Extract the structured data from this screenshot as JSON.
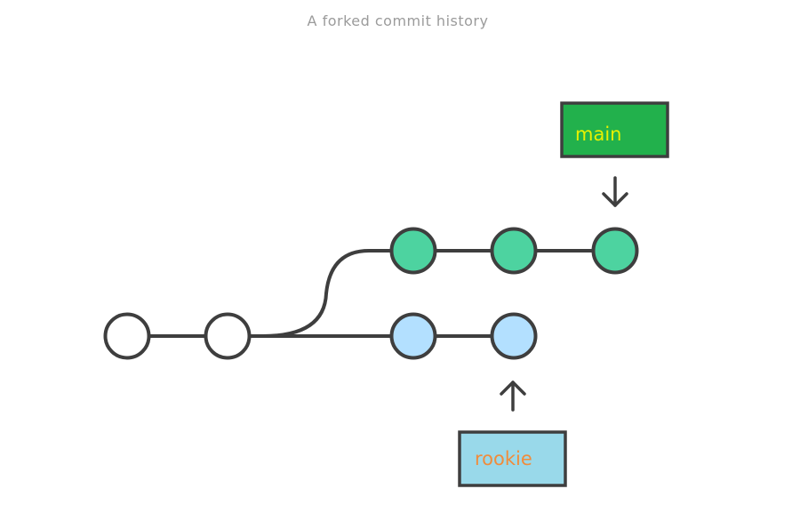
{
  "title": "A forked commit history",
  "colors": {
    "stroke": "#3e3e3e",
    "main_commit_fill": "#4dd3a0",
    "rookie_commit_fill": "#b3e0ff",
    "base_commit_fill": "#ffffff",
    "main_label_bg": "#22b14c",
    "main_label_text": "#e8f000",
    "rookie_label_bg": "#99d9ea",
    "rookie_label_text": "#f08c3c",
    "title_text": "#9b9b9b"
  },
  "branches": {
    "main": {
      "label": "main",
      "pointer_icon": "arrow-down-icon"
    },
    "rookie": {
      "label": "rookie",
      "pointer_icon": "arrow-up-icon"
    }
  },
  "commits": {
    "base": 2,
    "main": 3,
    "rookie": 2
  }
}
